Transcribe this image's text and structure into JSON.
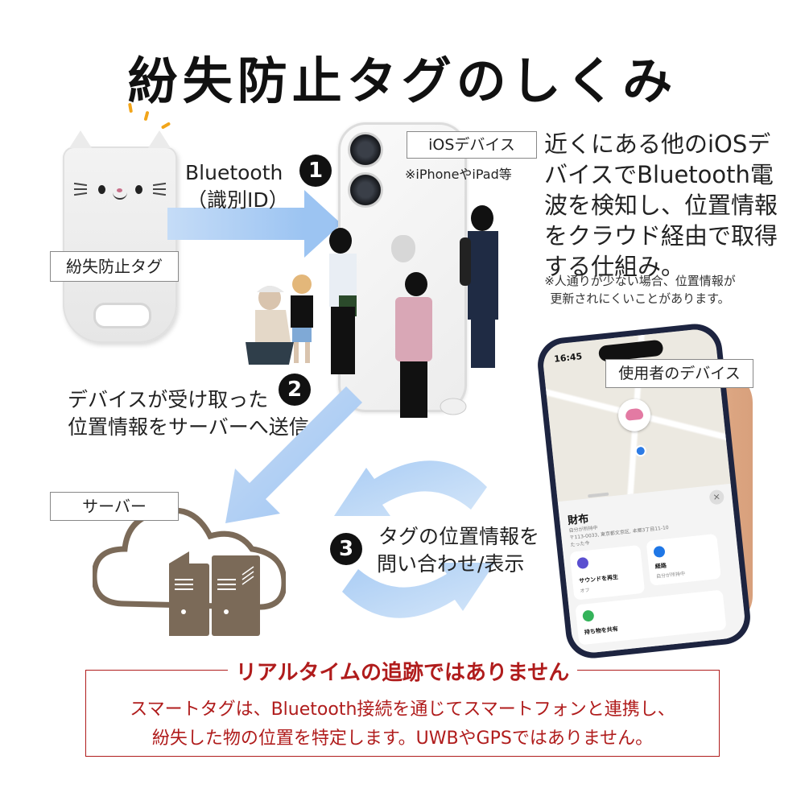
{
  "title": "紛失防止タグのしくみ",
  "tag": {
    "label": "紛失防止タグ"
  },
  "step1": {
    "number": "1",
    "line1": "Bluetooth",
    "line2": "（識別ID）"
  },
  "ios_device": {
    "label": "iOSデバイス",
    "note": "※iPhoneやiPad等"
  },
  "description": {
    "lines": [
      "近くにある他のiOSデ",
      "バイスでBluetooth電",
      "波を検知し、位置情報",
      "をクラウド経由で取得",
      "する仕組み。"
    ],
    "note_lines": [
      "※人通りが少ない場合、位置情報が",
      "更新されにくいことがあります。"
    ]
  },
  "step2": {
    "number": "2",
    "line1": "デバイスが受け取った",
    "line2": "位置情報をサーバーへ送信。"
  },
  "server": {
    "label": "サーバー"
  },
  "step3": {
    "number": "3",
    "line1": "タグの位置情報を",
    "line2": "問い合わせ/表示"
  },
  "user_device": {
    "label": "使用者のデバイス",
    "status_time": "16:45",
    "item_name": "財布",
    "item_status": "自分が所持中",
    "item_address": "〒113-0033, 東京都文京区, 本郷3丁目11-10",
    "item_time": "たった今",
    "sound_button": "サウンドを再生",
    "sound_state": "オフ",
    "route_button": "経路",
    "route_state": "自分が所持中",
    "share_button": "持ち物を共有"
  },
  "notice": {
    "title": "リアルタイムの追跡ではありません",
    "line1": "スマートタグは、Bluetooth接続を通じてスマートフォンと連携し、",
    "line2": "紛失した物の位置を特定します。UWBやGPSではありません。"
  },
  "colors": {
    "arrow_blue": "#9cc4f2",
    "notice_red": "#b01c1c",
    "server_brown": "#7b6a58",
    "number_badge": "#111111"
  }
}
